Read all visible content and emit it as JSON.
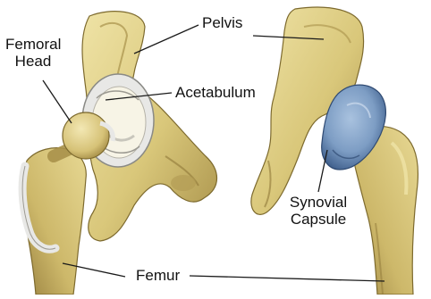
{
  "labels": {
    "femoral_head": {
      "line1": "Femoral",
      "line2": "Head"
    },
    "pelvis": "Pelvis",
    "acetabulum": "Acetabulum",
    "synovial_capsule": {
      "line1": "Synovial",
      "line2": "Capsule"
    },
    "femur": "Femur"
  },
  "colors": {
    "bone": "#d9c77a",
    "bone_shadow": "#a8914a",
    "bone_highlight": "#efe3a6",
    "cartilage": "#e8e8e6",
    "capsule": "#7d9dc4",
    "capsule_dark": "#3f5f8c",
    "leader_line": "#1a1a1a",
    "text": "#111111"
  }
}
